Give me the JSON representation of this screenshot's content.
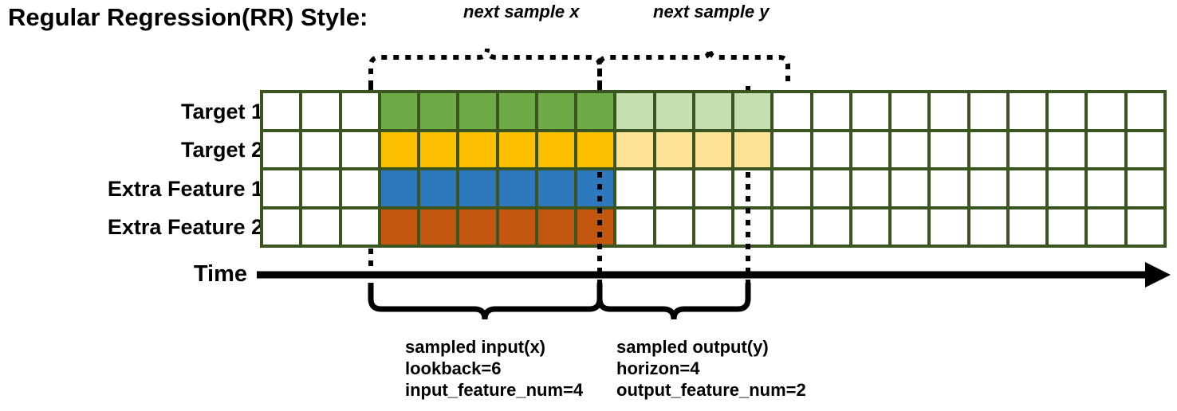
{
  "title": "Regular Regression(RR) Style:",
  "row_labels": [
    "Target 1",
    "Target 2",
    "Extra Feature 1",
    "Extra Feature 2"
  ],
  "axis": {
    "label": "Time",
    "arrow_icon": "arrow-right-icon"
  },
  "top_annotations": [
    {
      "text": "next sample x"
    },
    {
      "text": "next sample y"
    }
  ],
  "bottom_captions": [
    {
      "heading": "sampled input(x)",
      "line2": "lookback=6",
      "line3": "input_feature_num=4"
    },
    {
      "heading": "sampled output(y)",
      "line2": "horizon=4",
      "line3": "output_feature_num=2"
    }
  ],
  "grid": {
    "columns": 23,
    "rows": 4,
    "border_color": "#3B5520",
    "empty_color": "#FFFFFF",
    "lookback_start_col": 3,
    "lookback_len": 6,
    "horizon_start_col": 9,
    "horizon_len": 4,
    "row_fills": [
      {
        "name": "Target 1",
        "input_color": "#6CAB46",
        "output_color": "#C5DFB3"
      },
      {
        "name": "Target 2",
        "input_color": "#FCC000",
        "output_color": "#FDE395"
      },
      {
        "name": "Extra Feature 1",
        "input_color": "#2E79BD",
        "output_color": null
      },
      {
        "name": "Extra Feature 2",
        "input_color": "#C4570F",
        "output_color": null
      }
    ],
    "cells": [
      [
        "w",
        "w",
        "w",
        "green",
        "green",
        "green",
        "green",
        "green",
        "green",
        "greenlite",
        "greenlite",
        "greenlite",
        "greenlite",
        "w",
        "w",
        "w",
        "w",
        "w",
        "w",
        "w",
        "w",
        "w",
        "w"
      ],
      [
        "w",
        "w",
        "w",
        "amber",
        "amber",
        "amber",
        "amber",
        "amber",
        "amber",
        "amberlite",
        "amberlite",
        "amberlite",
        "amberlite",
        "w",
        "w",
        "w",
        "w",
        "w",
        "w",
        "w",
        "w",
        "w",
        "w"
      ],
      [
        "w",
        "w",
        "w",
        "blue",
        "blue",
        "blue",
        "blue",
        "blue",
        "blue",
        "w",
        "w",
        "w",
        "w",
        "w",
        "w",
        "w",
        "w",
        "w",
        "w",
        "w",
        "w",
        "w",
        "w"
      ],
      [
        "w",
        "w",
        "w",
        "orange",
        "orange",
        "orange",
        "orange",
        "orange",
        "orange",
        "w",
        "w",
        "w",
        "w",
        "w",
        "w",
        "w",
        "w",
        "w",
        "w",
        "w",
        "w",
        "w",
        "w"
      ]
    ]
  }
}
